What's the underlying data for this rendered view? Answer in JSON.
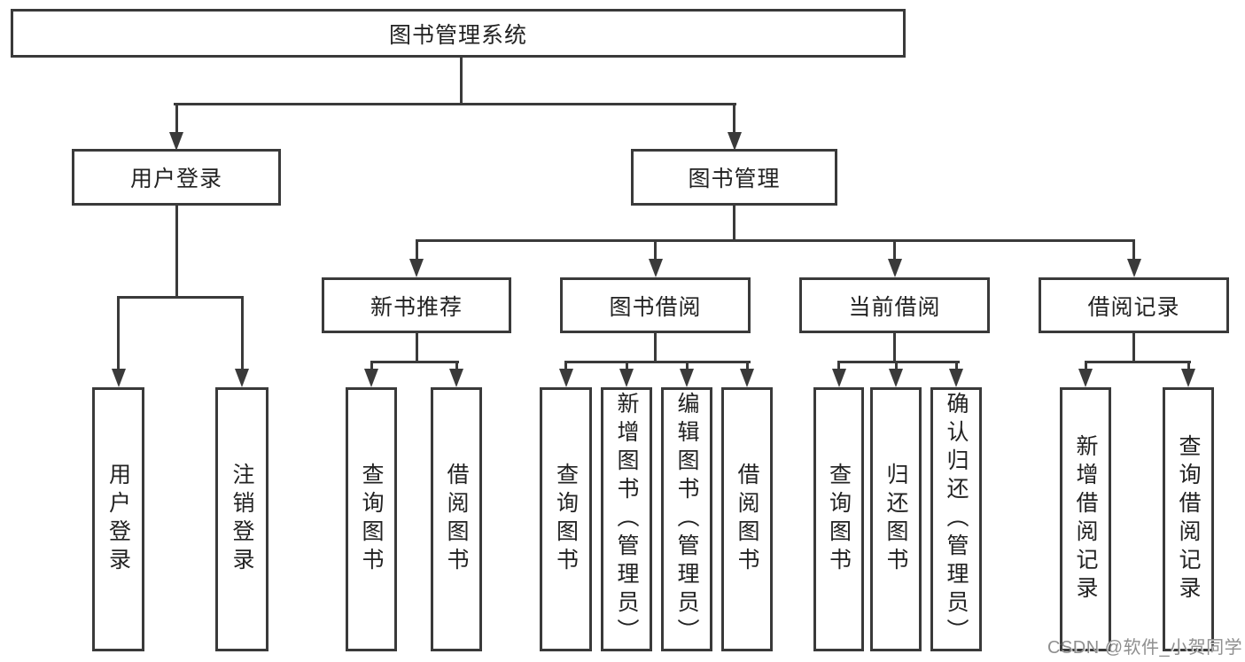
{
  "diagram": {
    "root": {
      "label": "图书管理系统"
    },
    "branches": [
      {
        "label": "用户登录",
        "children": [
          {
            "label": "用户登录"
          },
          {
            "label": "注销登录"
          }
        ]
      },
      {
        "label": "图书管理",
        "children": [
          {
            "label": "新书推荐",
            "children": [
              {
                "label": "查询图书"
              },
              {
                "label": "借阅图书"
              }
            ]
          },
          {
            "label": "图书借阅",
            "children": [
              {
                "label": "查询图书"
              },
              {
                "label": "新增图书（管理员）"
              },
              {
                "label": "编辑图书（管理员）"
              },
              {
                "label": "借阅图书"
              }
            ]
          },
          {
            "label": "当前借阅",
            "children": [
              {
                "label": "查询图书"
              },
              {
                "label": "归还图书"
              },
              {
                "label": "确认归还（管理员）"
              }
            ]
          },
          {
            "label": "借阅记录",
            "children": [
              {
                "label": "新增借阅记录"
              },
              {
                "label": "查询借阅记录"
              }
            ]
          }
        ]
      }
    ]
  },
  "watermark": {
    "text": "CSDN @软件_小贺同学"
  },
  "colors": {
    "line": "#3a3a3a",
    "text": "#222222",
    "background": "#ffffff",
    "watermark": "#8f8f8f"
  }
}
